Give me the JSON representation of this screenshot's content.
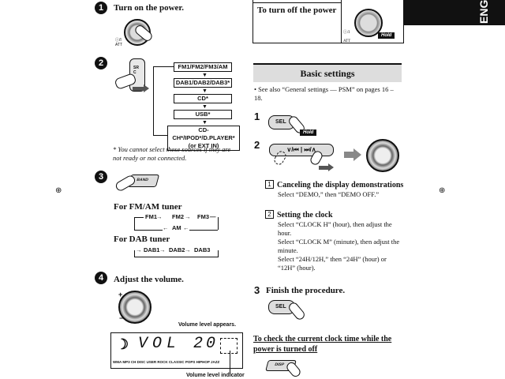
{
  "lang_tab": "ENG",
  "left": {
    "step1": {
      "num": "1",
      "title": "Turn on the power.",
      "knob_label": "ⓘ/I\nATT"
    },
    "step2": {
      "num": "2",
      "button_label": "SRC",
      "sources": [
        "FM1/FM2/FM3/AM",
        "DAB1/DAB2/DAB3*",
        "CD*",
        "USB*",
        "CD-CH*/IPOD*/D.PLAYER*",
        "(or EXT IN)"
      ],
      "note": "* You cannot select these sources if they are not ready or not connected."
    },
    "step3": {
      "num": "3",
      "button_label": "BAND",
      "fm_title": "For FM/AM tuner",
      "fm_items": [
        "FM1",
        "FM2",
        "FM3",
        "AM"
      ],
      "dab_title": "For DAB tuner",
      "dab_items": [
        "DAB1",
        "DAB2",
        "DAB3"
      ]
    },
    "step4": {
      "num": "4",
      "title": "Adjust the volume.",
      "vol_appears": "Volume level appears.",
      "display_text": "VOL",
      "display_num": "20",
      "eq_labels": "WMA MP3 CH DISC  USER ROCK CLASSIC POPS HIPHOP JAZZ",
      "vol_indicator": "Volume level indicator"
    }
  },
  "right": {
    "turn_off": "To turn off the power",
    "hold": "Hold",
    "basic_settings": "Basic settings",
    "see_also": "See also “General settings — PSM” on pages 16 – 18.",
    "step1": {
      "num": "1",
      "button": "SEL",
      "hold": "Hold"
    },
    "step2": {
      "num": "2",
      "items": [
        {
          "n": "1",
          "title": "Canceling the display demonstrations",
          "lines": [
            "Select “DEMO,” then “DEMO OFF.”"
          ]
        },
        {
          "n": "2",
          "title": "Setting the clock",
          "lines": [
            "Select “CLOCK H” (hour), then adjust the hour.",
            "Select “CLOCK M” (minute), then adjust the minute.",
            "Select “24H/12H,” then “24H” (hour) or “12H” (hour)."
          ]
        }
      ]
    },
    "step3": {
      "num": "3",
      "title": "Finish the procedure.",
      "button": "SEL"
    },
    "clock_title": "To check the current clock time while the power is turned off",
    "disp_button": "DISP"
  }
}
